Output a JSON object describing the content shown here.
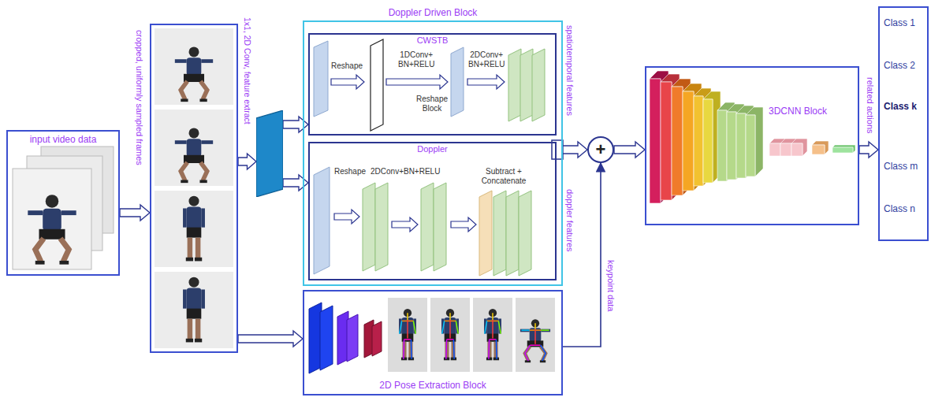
{
  "diagram": {
    "nodes": [
      {
        "text": [
          "input video data"
        ]
      },
      {
        "text": [
          "cropped, uniformly sampled frames"
        ]
      },
      {
        "text": [
          "1x1, 2D Conv, feature extract"
        ]
      },
      {
        "text": [
          "Doppler Driven Block"
        ]
      },
      {
        "text": [
          "CWSTB"
        ],
        "in": 3
      },
      {
        "text": [
          "Doppler"
        ],
        "in": 3
      },
      {
        "text": [
          "2D Pose Extraction Block"
        ]
      },
      {
        "text": [
          "+"
        ]
      },
      {
        "text": [
          "3DCNN Block"
        ]
      },
      {
        "text": [
          "Class 1",
          "Class 2",
          "Class k",
          "Class m",
          "Class n"
        ]
      }
    ],
    "edges": [
      {
        "from": 0,
        "to": 1,
        "arrow": "to"
      },
      {
        "from": 1,
        "to": 2,
        "arrow": "to"
      },
      {
        "from": 1,
        "to": 6,
        "arrow": "to"
      },
      {
        "from": 2,
        "to": 4,
        "arrow": "to"
      },
      {
        "from": 2,
        "to": 5,
        "arrow": "to"
      },
      {
        "from": 3,
        "to": 7,
        "arrow": "to"
      },
      {
        "from": 6,
        "to": 7,
        "label": "keypoint data",
        "arrow": "to"
      },
      {
        "from": 7,
        "to": 8,
        "arrow": "to"
      },
      {
        "from": 8,
        "to": 9,
        "label": "related actions",
        "arrow": "to"
      }
    ],
    "labels": [
      "Reshape",
      "1DConv+ BN+RELU",
      "Reshape Block",
      "2DConv+ BN+RELU",
      "Reshape",
      "2DConv+BN+RELU",
      "Subtract + Concatenate",
      "spatiotemporal features",
      "doppler features"
    ]
  }
}
